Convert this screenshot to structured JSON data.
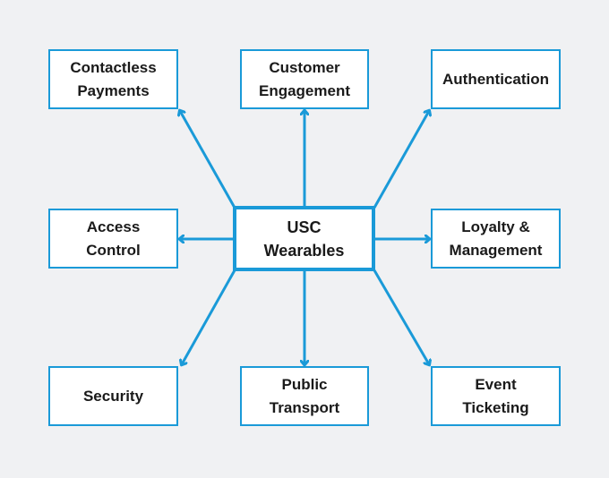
{
  "colors": {
    "accent": "#1a9ad8",
    "background": "#f0f1f3",
    "box_fill": "#ffffff",
    "text": "#1a1a1a"
  },
  "center": {
    "label": "USC\nWearables"
  },
  "nodes": {
    "contactless_payments": "Contactless\nPayments",
    "customer_engagement": "Customer\nEngagement",
    "authentication": "Authentication",
    "access_control": "Access\nControl",
    "loyalty_management": "Loyalty &\nManagement",
    "security": "Security",
    "public_transport": "Public\nTransport",
    "event_ticketing": "Event\nTicketing"
  }
}
